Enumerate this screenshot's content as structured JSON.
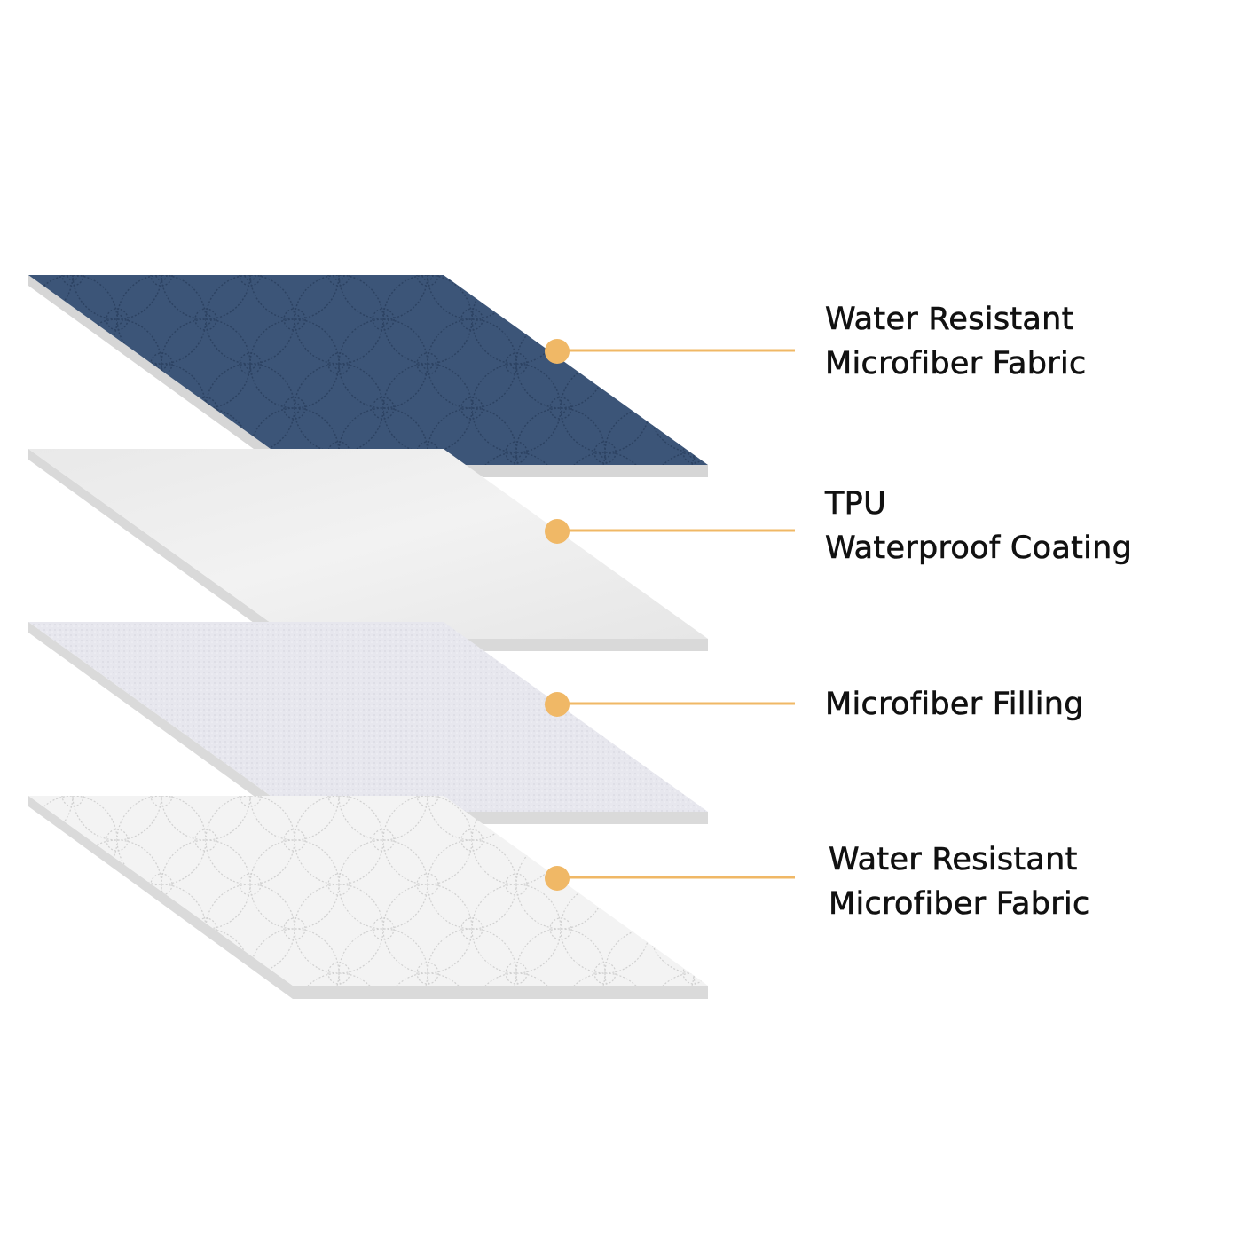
{
  "colors": {
    "accent": "#f0b866",
    "top_fabric": "#3c5578",
    "tpu": "#ececec",
    "filling": "#e6e6ee",
    "bottom_fabric": "#f1f1f1",
    "edge": "#d6d6d6"
  },
  "layers": [
    {
      "lines": [
        "Water Resistant",
        "Microfiber Fabric"
      ]
    },
    {
      "lines": [
        "TPU",
        "Waterproof Coating"
      ]
    },
    {
      "lines": [
        "Microfiber Filling"
      ]
    },
    {
      "lines": [
        "Water Resistant",
        "Microfiber Fabric"
      ]
    }
  ]
}
